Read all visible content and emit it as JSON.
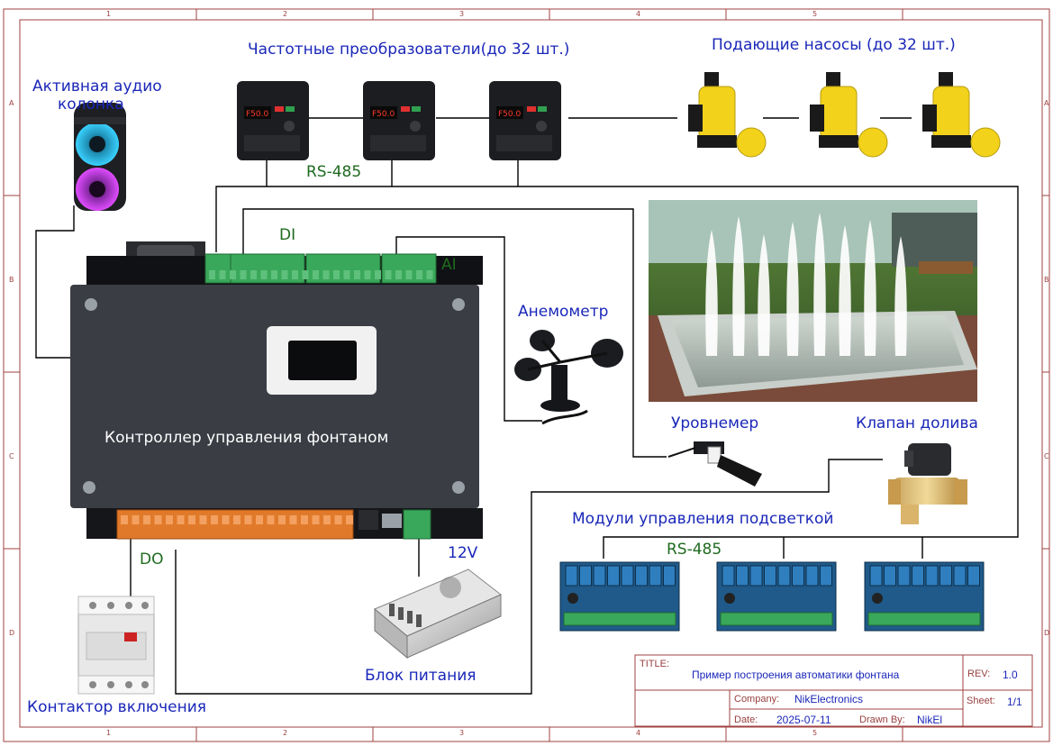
{
  "labels": {
    "audio": [
      "Активная аудио",
      "колонка"
    ],
    "vfd": "Частотные преобразователи(до 32 шт.)",
    "pumps": "Подающие насосы (до 32 шт.)",
    "rs485_top": "RS-485",
    "di": "DI",
    "ai": "AI",
    "anemometer": "Анемометр",
    "controller": "Контроллер управления фонтаном",
    "level": "Уровнемер",
    "valve": "Клапан долива",
    "lighting": "Модули управления подсветкой",
    "rs485_bottom": "RS-485",
    "do": "DO",
    "v12": "12V",
    "psu": "Блок питания",
    "contactor": "Контактор включения",
    "vfd_display": "F50.0"
  },
  "frame": {
    "columns": [
      "1",
      "2",
      "3",
      "4",
      "5"
    ],
    "rows": [
      "A",
      "B",
      "C",
      "D"
    ]
  },
  "title_block": {
    "title_key": "TITLE:",
    "title": "Пример построения автоматики фонтана",
    "rev_key": "REV:",
    "rev": "1.0",
    "company_key": "Company:",
    "company": "NikElectronics",
    "sheet_key": "Sheet:",
    "sheet": "1/1",
    "date_key": "Date:",
    "date": "2025-07-11",
    "drawn_key": "Drawn By:",
    "drawn": "NikEl"
  },
  "colors": {
    "frame": "#a04040",
    "label_blue": "#1a27b8",
    "label_green": "#1f6a1f",
    "wire": "#000000",
    "controller": "#3a3d44",
    "terminal_green": "#3aa85a",
    "terminal_orange": "#e07a2a",
    "pump_yellow": "#f2d21a"
  }
}
